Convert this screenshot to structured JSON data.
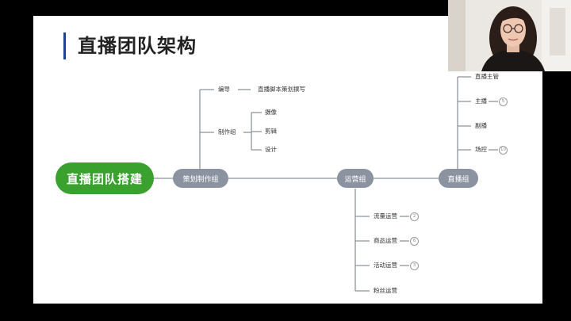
{
  "slide": {
    "title": "直播团队架构",
    "root": "直播团队搭建",
    "groups": {
      "planning": "策划制作组",
      "operations": "运营组",
      "live": "直播组"
    },
    "planning_items": {
      "editor": "编导",
      "editor_task": "直播脚本策划撰写",
      "production": "制作组",
      "shoot": "摄像",
      "edit": "剪辑",
      "design": "设计"
    },
    "live_items": {
      "host_lead": "直播主管",
      "host": "主播",
      "host_count": "5",
      "co_host": "副播",
      "field_control": "场控",
      "field_control_count": "10"
    },
    "operations_items": {
      "traffic": "流量运营",
      "traffic_count": "2",
      "product": "商品运营",
      "product_count": "6",
      "activity": "活动运营",
      "activity_count": "3",
      "fans": "粉丝运营"
    }
  },
  "colors": {
    "root_green": "#3aa12f",
    "group_gray": "#8b92a0",
    "title_accent": "#1f3f8f"
  }
}
